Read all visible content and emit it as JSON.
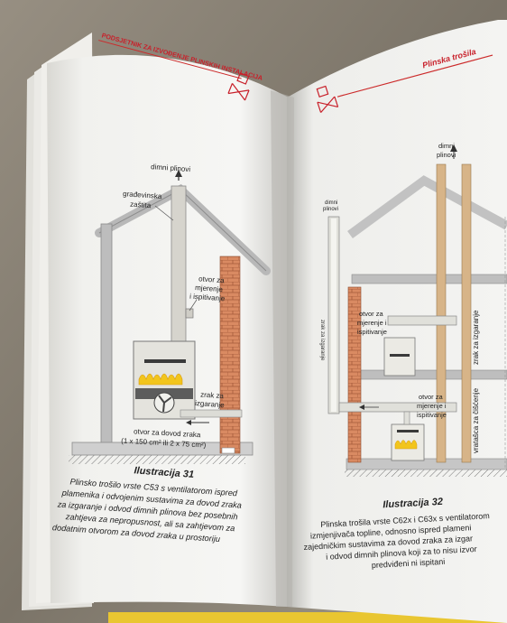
{
  "left_page": {
    "header": "PODSJETNIK ZA IZVOĐENJE PLINSKIH INSTALACIJA",
    "labels": {
      "flue_gases": "dimni plinovi",
      "building_protection_1": "građevinska",
      "building_protection_2": "zaštita",
      "measure_1": "otvor za",
      "measure_2": "mjerenje",
      "measure_3": "i ispitivanje",
      "combustion_air_1": "zrak za",
      "combustion_air_2": "izgaranje",
      "air_supply_1": "otvor za dovod zraka",
      "air_supply_2": "(1 x 150 cm² ili 2 x 75 cm²)"
    },
    "caption_title": "Ilustracija 31",
    "caption_lines": [
      "Plinsko trošilo vrste C53 s ventilatorom ispred",
      "plamenika i odvojenim sustavima za dovod zraka",
      "za izgaranje i odvod dimnih plinova bez posebnih",
      "zahtjeva za nepropusnost, ali sa zahtjevom za",
      "dodatnim otvorom za dovod zraka u prostoriju"
    ]
  },
  "right_page": {
    "header": "Plinska trošila",
    "labels": {
      "flue_top_1": "dimni",
      "flue_top_2": "plinovi",
      "flue_left_1": "dimni",
      "flue_left_2": "plinovi",
      "air_left": "zrak za izgaranje",
      "measure1_1": "otvor za",
      "measure1_2": "mjerenje i",
      "measure1_3": "ispitivanje",
      "air_right": "zrak za izgaranje",
      "measure2_1": "otvor za",
      "measure2_2": "mjerenje i",
      "measure2_3": "ispitivanje",
      "cleaning_door": "vratašca za čišćenje"
    },
    "caption_title": "Ilustracija 32",
    "caption_lines": [
      "Plinska trošila vrste C62x i C63x s ventilatorom",
      "izmjenjivača topline, odnosno ispred plameni",
      "zajedničkim sustavima za dovod zraka za izgar",
      "i odvod dimnih plinova koji za to nisu izvor",
      "predviđeni ni ispitani"
    ]
  },
  "colors": {
    "header_red": "#c8202a",
    "rule_red": "#cc2a2a",
    "brick": "#d98a62",
    "flue_tan": "#d7b488",
    "flame": "#f2c51c",
    "duct_grey": "#d8d8d2"
  }
}
